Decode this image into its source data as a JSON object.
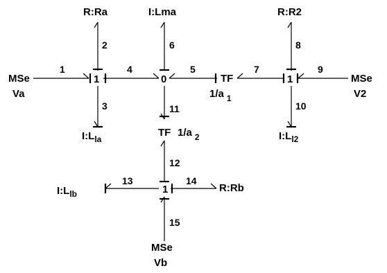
{
  "elements": {
    "mse_va": {
      "type": "MSe",
      "name": "Va"
    },
    "r_ra": "R:Ra",
    "i_lma": "I:Lma",
    "r_r2": "R:R2",
    "mse_v2": {
      "type": "MSe",
      "name": "V2"
    },
    "i_lla": {
      "base": "I:L",
      "sub": "la"
    },
    "i_ll2": {
      "base": "I:L",
      "sub": "l2"
    },
    "i_llb": {
      "base": "I:L",
      "sub": "lb"
    },
    "r_rb": "R:Rb",
    "mse_vb": {
      "type": "MSe",
      "name": "Vb"
    },
    "tf1": {
      "type": "TF",
      "ratio": "1/a",
      "sub": "1"
    },
    "tf2": {
      "type": "TF",
      "ratio": "1/a",
      "sub": "2"
    }
  },
  "junctions": {
    "j1_left": "1",
    "j0_center": "0",
    "j1_right": "1",
    "j1_bottom": "1"
  },
  "bonds": [
    "1",
    "2",
    "3",
    "4",
    "5",
    "6",
    "7",
    "8",
    "9",
    "10",
    "11",
    "12",
    "13",
    "14",
    "15"
  ]
}
